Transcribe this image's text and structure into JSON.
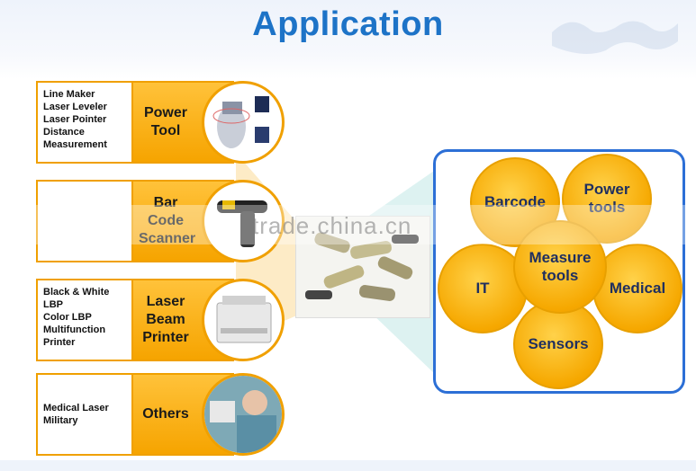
{
  "title": "Application",
  "rows": [
    {
      "lines": [
        "Line Maker",
        "Laser Leveler",
        "Laser Pointer",
        "Distance",
        "Measurement"
      ],
      "category": "Power Tool"
    },
    {
      "lines": [],
      "category": "Bar Code Scanner"
    },
    {
      "lines": [
        "Black & White",
        "LBP",
        "Color LBP",
        "Multifunction",
        "Printer"
      ],
      "category": "Laser Beam Printer"
    },
    {
      "lines": [
        "Medical Laser",
        "Military"
      ],
      "category": "Others"
    }
  ],
  "bubbles": {
    "barcode": "Barcode",
    "power_tools": "Power tools",
    "it": "IT",
    "measure_tools": "Measure tools",
    "medical": "Medical",
    "sensors": "Sensors"
  },
  "watermark": "trade.china.cn",
  "colors": {
    "title": "#1d73c7",
    "orange": "#f6a800",
    "border_orange": "#f0a000",
    "panel_blue": "#2c6fd6"
  }
}
